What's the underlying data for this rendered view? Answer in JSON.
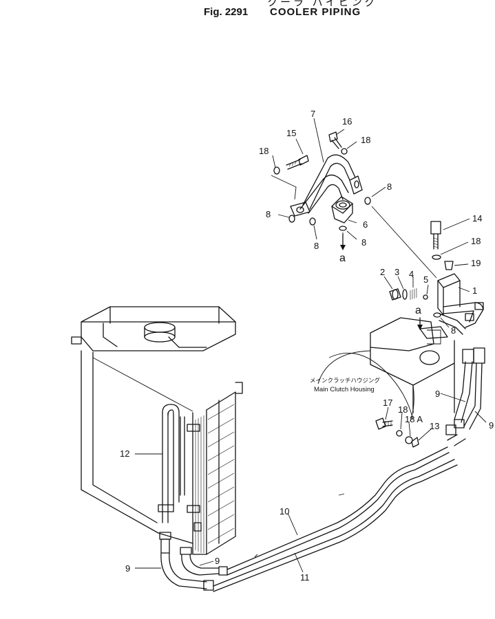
{
  "header": {
    "japanese_title": "クーラ  パイピング",
    "figure_number": "Fig. 2291",
    "figure_title": "COOLER PIPING"
  },
  "annotations": {
    "housing_jp": "メインクラッチハウジング",
    "housing_en": "Main Clutch Housing",
    "view_a_lower": "a",
    "view_a_upper": "a"
  },
  "callouts": [
    {
      "id": "c7",
      "text": "7"
    },
    {
      "id": "c16",
      "text": "16"
    },
    {
      "id": "c15",
      "text": "15"
    },
    {
      "id": "c18a",
      "text": "18"
    },
    {
      "id": "c18b",
      "text": "18"
    },
    {
      "id": "c8a",
      "text": "8"
    },
    {
      "id": "c8b",
      "text": "8"
    },
    {
      "id": "c8c",
      "text": "8"
    },
    {
      "id": "c8d",
      "text": "8"
    },
    {
      "id": "c6",
      "text": "6"
    },
    {
      "id": "c14",
      "text": "14"
    },
    {
      "id": "c18c",
      "text": "18"
    },
    {
      "id": "c19",
      "text": "19"
    },
    {
      "id": "c2",
      "text": "2"
    },
    {
      "id": "c3",
      "text": "3"
    },
    {
      "id": "c4",
      "text": "4"
    },
    {
      "id": "c5",
      "text": "5"
    },
    {
      "id": "c1",
      "text": "1"
    },
    {
      "id": "c8e",
      "text": "8"
    },
    {
      "id": "c9a",
      "text": "9"
    },
    {
      "id": "c9b",
      "text": "9"
    },
    {
      "id": "c17",
      "text": "17"
    },
    {
      "id": "c18d",
      "text": "18"
    },
    {
      "id": "c18A",
      "text": "18 A"
    },
    {
      "id": "c13",
      "text": "13"
    },
    {
      "id": "c12",
      "text": "12"
    },
    {
      "id": "c10",
      "text": "10"
    },
    {
      "id": "c11",
      "text": "11"
    },
    {
      "id": "c9c",
      "text": "9"
    },
    {
      "id": "c9d",
      "text": "9"
    }
  ]
}
